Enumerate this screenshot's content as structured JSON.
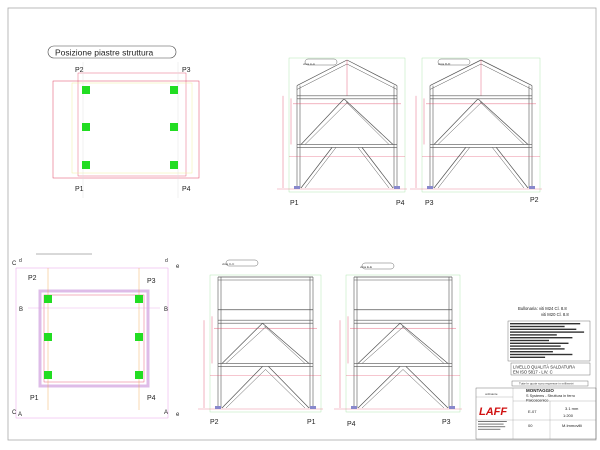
{
  "sheet": {
    "plan_top": {
      "title": "Posizione piastre struttura",
      "columns": {
        "p1": "P1",
        "p2": "P2",
        "p3": "P3",
        "p4": "P4"
      }
    },
    "elevation_aa": {
      "title": "vista A-A",
      "left": "P1",
      "right": "P4"
    },
    "elevation_dd": {
      "title": "vista D-D",
      "left": "P3",
      "right": "P2"
    },
    "plan_bottom": {
      "columns": {
        "p1": "P1",
        "p2": "P2",
        "p3": "P3",
        "p4": "P4"
      },
      "sections": {
        "a": "A",
        "b": "B",
        "c": "C",
        "d": "d",
        "e": "e"
      }
    },
    "elevation_cc": {
      "title": "vista C-C",
      "left": "P2",
      "right": "P1"
    },
    "elevation_ee": {
      "title": "vista E-E",
      "left": "P4",
      "right": "P3"
    }
  },
  "title_block": {
    "bolts_line1": "Bullonaria: viti M24 Cl. 8.8",
    "bolts_line2": "viti M20 Cl. 8.8",
    "weld_quality_line1": "LIVELLO QUALITÀ SALDATURA",
    "weld_quality_line2": "EN ISO 5817 - LIV. C",
    "note": "Tutte le quote sono espresse in millimetri",
    "client_label": "ordinante",
    "project_title": "MONTAGGIO",
    "project_sub1": "S Systems - Struttura in ferro",
    "project_sub2": "Palcoscenico",
    "logo": "LAFF",
    "drawing_no": "E-07",
    "revision": "00",
    "thickness": "3.1 mm",
    "scale": "1:200",
    "drawn_by": "M.Immovilli",
    "colors": {
      "structure": "#555555",
      "dimension": "#e04060",
      "plate": "#22dd22",
      "grid": "#e8a0e8",
      "axis": "#f0a040"
    }
  }
}
